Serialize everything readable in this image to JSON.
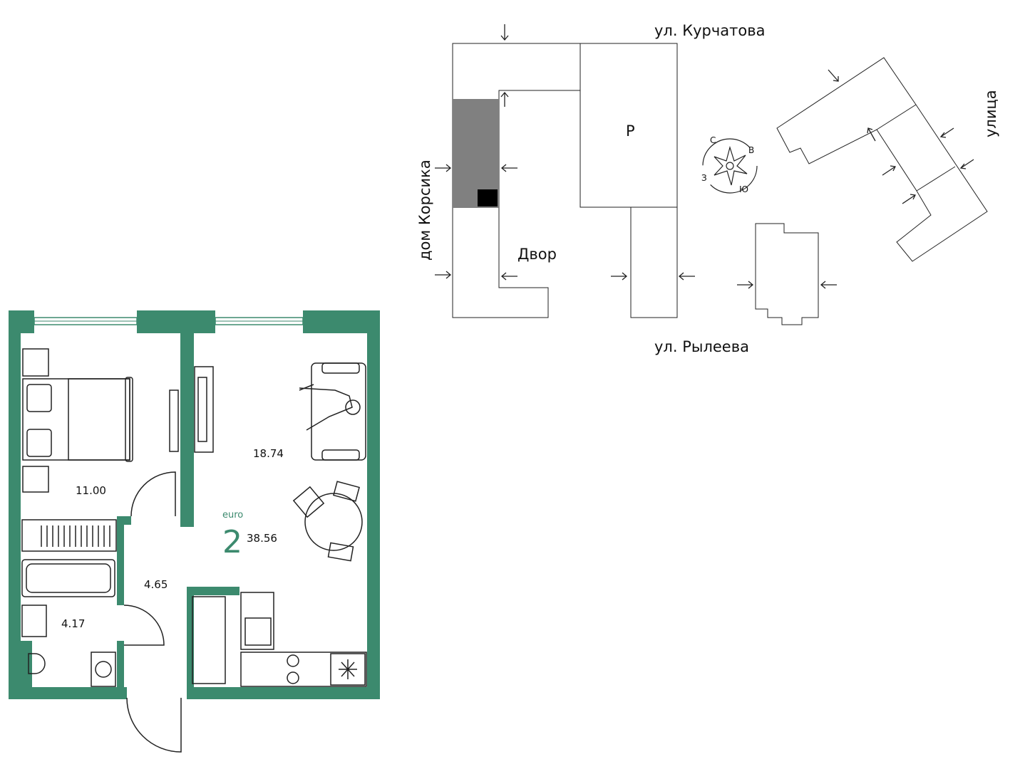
{
  "colors": {
    "wall": "#3c8a6e",
    "wall_dark": "#2f7a5e",
    "accent_text": "#3c8a6e",
    "line": "#222222",
    "entrance_block": "#808080",
    "marker": "#000000"
  },
  "floorplan": {
    "rooms": {
      "bedroom_area": "11.00",
      "living_area": "18.74",
      "hall_area": "4.65",
      "bath_area": "4.17"
    },
    "layout_tag": "euro",
    "rooms_count": "2",
    "total_area": "38.56"
  },
  "site_plan": {
    "streets": {
      "north": "ул. Курчатова",
      "south": "ул. Рылеева",
      "east": "улица",
      "west": "дом Корсика"
    },
    "courtyard": "Двор",
    "parking": "Р",
    "compass": {
      "north": "С",
      "east": "В",
      "south": "Ю",
      "west": "З"
    }
  }
}
